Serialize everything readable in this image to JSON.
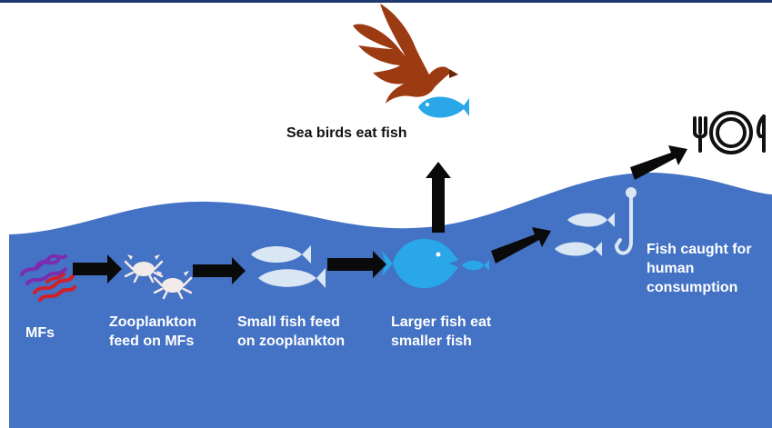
{
  "colors": {
    "sea": "#4472C4",
    "top_rule": "#1F3A6E",
    "bird": "#9C3A12",
    "bird_dark": "#6E2508",
    "fish_big": "#2AA7E8",
    "fish_small": "#D9E6F3",
    "crab": "#F3EAEA",
    "worm_purple": "#7A2DB0",
    "worm_red": "#D0202A",
    "arrow": "#0A0A0A",
    "label_light": "#FFFFFF",
    "label_dark": "#111111"
  },
  "icons": [
    "microfiber-icon",
    "crab-icon",
    "fish-icon",
    "bird-icon",
    "hook-icon",
    "fork-icon",
    "plate-icon",
    "knife-icon"
  ],
  "labels": {
    "mfs": "MFs",
    "zooplankton": "Zooplankton\nfeed on MFs",
    "small_fish": "Small fish feed\non zooplankton",
    "larger_fish": "Larger fish eat\nsmaller fish",
    "sea_birds": "Sea birds eat fish",
    "fish_caught": "Fish caught for\nhuman\nconsumption"
  }
}
